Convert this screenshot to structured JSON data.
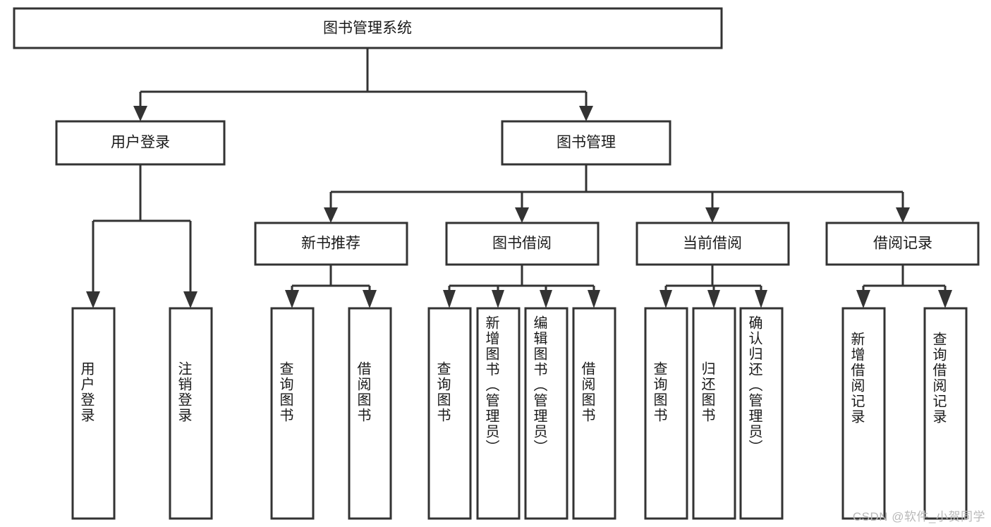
{
  "diagram": {
    "type": "tree-hierarchy-chart",
    "title": "图书管理系统",
    "orientation": "top-down",
    "colors": {
      "box_stroke": "#333333",
      "box_fill": "#ffffff",
      "connector": "#333333",
      "text": "#1a1a1a",
      "watermark": "#b9b9b9",
      "background": "#ffffff"
    },
    "root": {
      "id": "root",
      "label": "图书管理系统",
      "orientation": "horizontal"
    },
    "level2": [
      {
        "id": "user-login",
        "label": "用户登录",
        "orientation": "horizontal"
      },
      {
        "id": "book-management",
        "label": "图书管理",
        "orientation": "horizontal"
      }
    ],
    "level3": [
      {
        "id": "new-book-recommend",
        "label": "新书推荐",
        "orientation": "horizontal",
        "parent": "book-management"
      },
      {
        "id": "book-borrow",
        "label": "图书借阅",
        "orientation": "horizontal",
        "parent": "book-management"
      },
      {
        "id": "current-borrow",
        "label": "当前借阅",
        "orientation": "horizontal",
        "parent": "book-management"
      },
      {
        "id": "borrow-record",
        "label": "借阅记录",
        "orientation": "horizontal",
        "parent": "book-management"
      }
    ],
    "leaves": [
      {
        "id": "leaf-user-login",
        "label": "用户登录",
        "orientation": "vertical",
        "parent": "user-login"
      },
      {
        "id": "leaf-logout-login",
        "label": "注销登录",
        "orientation": "vertical",
        "parent": "user-login"
      },
      {
        "id": "leaf-query-book-1",
        "label": "查询图书",
        "orientation": "vertical",
        "parent": "new-book-recommend"
      },
      {
        "id": "leaf-borrow-book-1",
        "label": "借阅图书",
        "orientation": "vertical",
        "parent": "new-book-recommend"
      },
      {
        "id": "leaf-query-book-2",
        "label": "查询图书",
        "orientation": "vertical",
        "parent": "book-borrow"
      },
      {
        "id": "leaf-add-book",
        "label": "新增图书（管理员）",
        "orientation": "vertical",
        "parent": "book-borrow"
      },
      {
        "id": "leaf-edit-book",
        "label": "编辑图书（管理员）",
        "orientation": "vertical",
        "parent": "book-borrow"
      },
      {
        "id": "leaf-borrow-book-2",
        "label": "借阅图书",
        "orientation": "vertical",
        "parent": "book-borrow"
      },
      {
        "id": "leaf-query-book-3",
        "label": "查询图书",
        "orientation": "vertical",
        "parent": "current-borrow"
      },
      {
        "id": "leaf-return-book",
        "label": "归还图书",
        "orientation": "vertical",
        "parent": "current-borrow"
      },
      {
        "id": "leaf-confirm-return",
        "label": "确认归还（管理员）",
        "orientation": "vertical",
        "parent": "current-borrow"
      },
      {
        "id": "leaf-add-record",
        "label": "新增借阅记录",
        "orientation": "vertical",
        "parent": "borrow-record"
      },
      {
        "id": "leaf-query-record",
        "label": "查询借阅记录",
        "orientation": "vertical",
        "parent": "borrow-record"
      }
    ],
    "watermark": "CSDN @软件_小贺同学"
  }
}
